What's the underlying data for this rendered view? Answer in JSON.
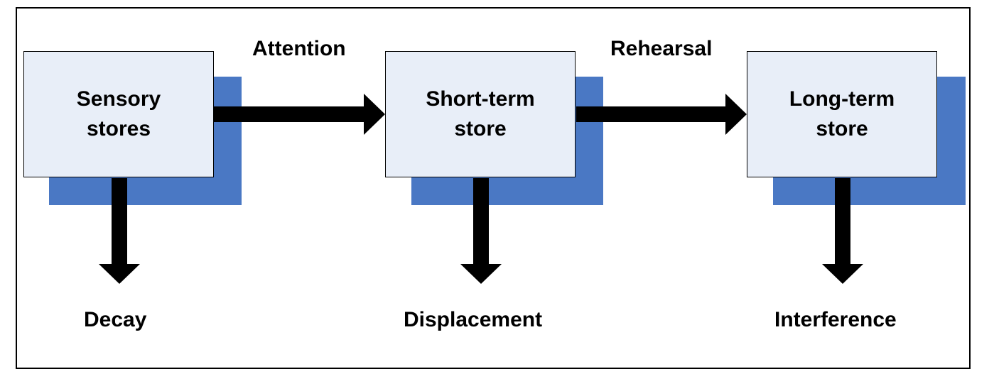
{
  "stores": [
    {
      "line1": "Sensory",
      "line2": "stores"
    },
    {
      "line1": "Short-term",
      "line2": "store"
    },
    {
      "line1": "Long-term",
      "line2": "store"
    }
  ],
  "transitions": {
    "attention": "Attention",
    "rehearsal": "Rehearsal"
  },
  "forgetting": {
    "decay": "Decay",
    "displacement": "Displacement",
    "interference": "Interference"
  },
  "colors": {
    "box_fill": "#e8eef8",
    "shadow": "#4a78c4",
    "arrow": "#000000"
  }
}
